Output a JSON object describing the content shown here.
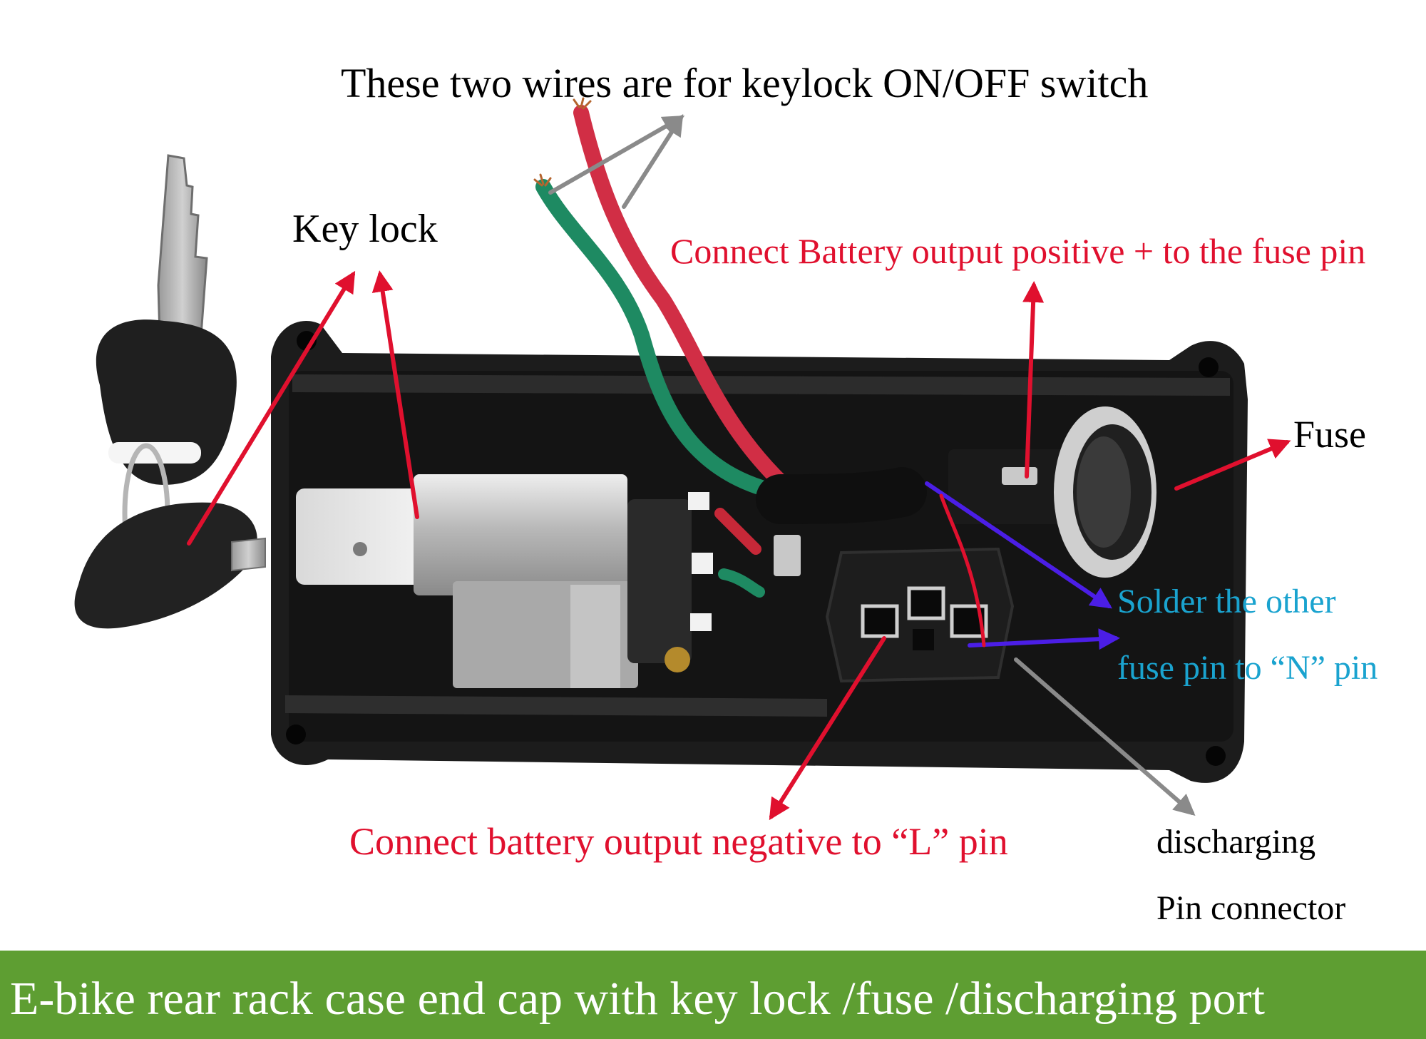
{
  "labels": {
    "top": "These two wires are for keylock ON/OFF switch",
    "keylock": "Key lock",
    "positive": "Connect Battery output positive + to the fuse pin",
    "fuse": "Fuse",
    "solder_line1": "Solder the other",
    "solder_line2": "fuse pin to “N” pin",
    "negative": "Connect battery output negative to “L” pin",
    "discharging_line1": "discharging",
    "discharging_line2": "Pin connector"
  },
  "footer": {
    "text": "E-bike rear rack case end cap with key lock /fuse /discharging port"
  },
  "colors": {
    "red_annotation": "#e0102e",
    "blue_annotation": "#1aa3cf",
    "arrow_purple": "#4b1ee6",
    "arrow_grey": "#8a8a8a",
    "footer_bg": "#5e9e32"
  }
}
